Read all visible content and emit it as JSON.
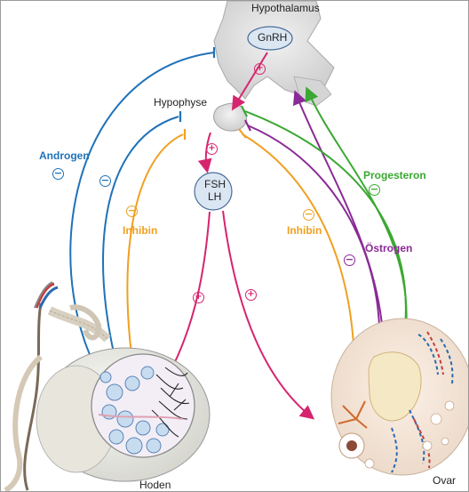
{
  "labels": {
    "hypothalamus": "Hypothalamus",
    "gnrh": "GnRH",
    "hypophyse": "Hypophyse",
    "fsh": "FSH",
    "lh": "LH",
    "androgen": "Androgen",
    "inhibin_left": "Inhibin",
    "inhibin_right": "Inhibin",
    "progesteron": "Progesteron",
    "oestrogen": "Östrogen",
    "hoden": "Hoden",
    "ovar": "Ovar"
  },
  "signs": {
    "plus": "+",
    "minus": "−"
  },
  "colors": {
    "androgen": "#1f72b8",
    "inhibin": "#f0a020",
    "progesteron": "#3aa832",
    "oestrogen": "#8a2a96",
    "stimulation": "#d6256e"
  }
}
